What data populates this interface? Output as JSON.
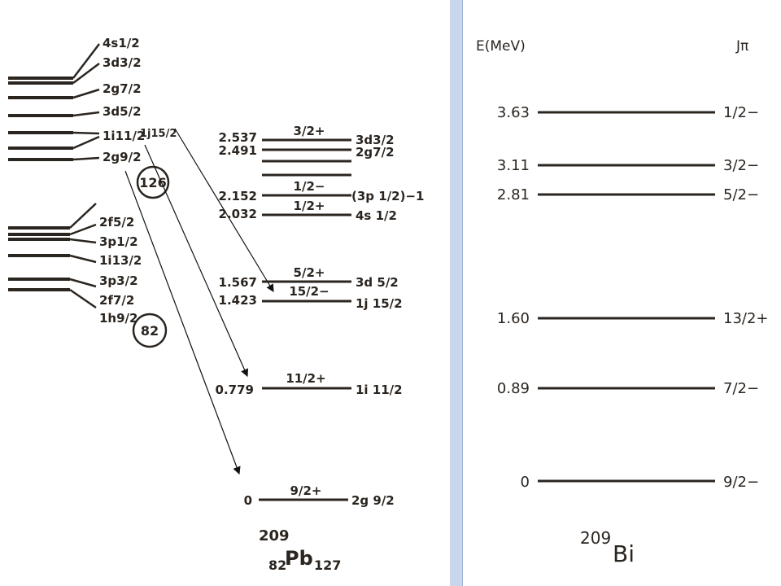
{
  "colors": {
    "ink": "#2b2520",
    "background": "#ffffff",
    "frame": "#c8d7eb"
  },
  "left": {
    "upper_shell_labels": [
      "4s1/2",
      "3d3/2",
      "2g7/2",
      "3d5/2",
      "1i11/2",
      "2g9/2"
    ],
    "upper_shell_extra": "1j15/2",
    "magic_126": "126",
    "lower_shell_labels": [
      "2f5/2",
      "3p1/2",
      "1i13/2",
      "3p3/2",
      "2f7/2",
      "1h9/2"
    ],
    "magic_82": "82",
    "levels": [
      {
        "energy": "2.537",
        "jpi": "3/2+",
        "config": "3d3/2"
      },
      {
        "energy": "2.491",
        "jpi": "",
        "config": "2g7/2"
      },
      {
        "energy": "",
        "jpi": "",
        "config": ""
      },
      {
        "energy": "2.152",
        "jpi": "1/2−",
        "config": "(3p 1/2)−1"
      },
      {
        "energy": "2.032",
        "jpi": "1/2+",
        "config": "4s 1/2"
      },
      {
        "energy": "1.567",
        "jpi": "5/2+",
        "config": "3d 5/2"
      },
      {
        "energy": "1.423",
        "jpi": "15/2−",
        "config": "1j 15/2"
      },
      {
        "energy": "0.779",
        "jpi": "11/2+",
        "config": "1i 11/2"
      },
      {
        "energy": "0",
        "jpi": "9/2+",
        "config": "2g 9/2"
      }
    ],
    "nucleus_mass": "209",
    "nucleus_z": "82",
    "nucleus_symbol": "Pb",
    "nucleus_n": "127"
  },
  "right": {
    "header_energy": "E(MeV)",
    "header_spin": "Jπ",
    "levels": [
      {
        "energy": "3.63",
        "jpi": "1/2−"
      },
      {
        "energy": "3.11",
        "jpi": "3/2−"
      },
      {
        "energy": "2.81",
        "jpi": "5/2−"
      },
      {
        "energy": "1.60",
        "jpi": "13/2+"
      },
      {
        "energy": "0.89",
        "jpi": "7/2−"
      },
      {
        "energy": "0",
        "jpi": "9/2−"
      }
    ],
    "nucleus_mass": "209",
    "nucleus_symbol": "Bi"
  }
}
